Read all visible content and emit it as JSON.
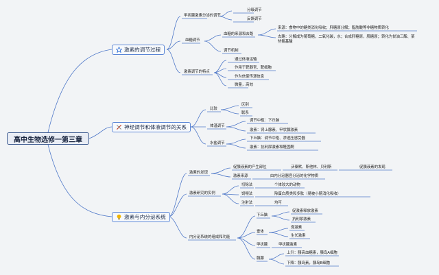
{
  "root": "高中生物选修一第三章",
  "branches": {
    "b1": {
      "title": "激素的调节过程",
      "n1": "甲状腺激素分泌的调节",
      "n1a": "分级调节",
      "n1b": "反馈调节",
      "n2": "血糖调节",
      "n2a": "血糖的来源和去路",
      "n2a1": "来源：食物中的糖类消化吸收；肝糖原分解；脂肪酸等非糖物质转化",
      "n2a2": "去路：分解成为葡萄糖，二氧化碳，水；合成肝糖原，肌糖原；转化为甘油三酯、某些氨基酸",
      "n2b": "调节机制",
      "n3": "激素调节的特点",
      "n3a": "通过体液运输",
      "n3b": "作用于靶器官、靶细胞",
      "n3c": "作为信使传递信息",
      "n3d": "微量，高效"
    },
    "b2": {
      "title": "神经调节和体液调节的关系",
      "n1": "比较",
      "n1a": "区别",
      "n1b": "联系",
      "n2": "体温调节",
      "n2a": "调节中枢：下丘脑",
      "n2b": "激素：肾上腺素、甲状腺激素",
      "n3": "水盐调节",
      "n3a": "下丘脑：调节中枢、渗透压感受器",
      "n3b": "激素：抗利尿激素和醛固酮"
    },
    "b3": {
      "title": "激素与内分泌系统",
      "n1": "激素的发现",
      "n1a": "促胰液素的产生部位",
      "n1a1": "沃泰默、斯他林、贝利斯",
      "n1a2": "促胰液素的发现",
      "n1b": "激素来源",
      "n1b1": "由内分泌器官分泌的化学物质",
      "n2": "激素研究的实例",
      "n2a": "切除法",
      "n2a1": "个体较大的动物",
      "n2b": "饲喂法",
      "n2b1": "除蛋白质类和多肽（易被小肠消化吸收）",
      "n2c": "注射法",
      "n2c1": "均可",
      "n3": "内分泌系统的组成和功能",
      "n3a": "下丘脑",
      "n3a1": "促激素释放激素",
      "n3a2": "抗利尿激素",
      "n3b": "垂体",
      "n3b1": "促激素",
      "n3b2": "生长激素",
      "n3c": "甲状腺",
      "n3c1": "甲状腺激素",
      "n3d": "胰腺",
      "n3d1": "上升：胰高血糖素，胰岛A细胞",
      "n3d2": "下降：胰岛素，胰岛B细胞"
    }
  },
  "colors": {
    "line": "#4f78c8",
    "root_border": "#3c5a8f",
    "main_border": "#5b86d6",
    "star_icon": "#2f6fd6",
    "tools_icon": "#c7442c",
    "bulb_icon": "#f0b400"
  }
}
